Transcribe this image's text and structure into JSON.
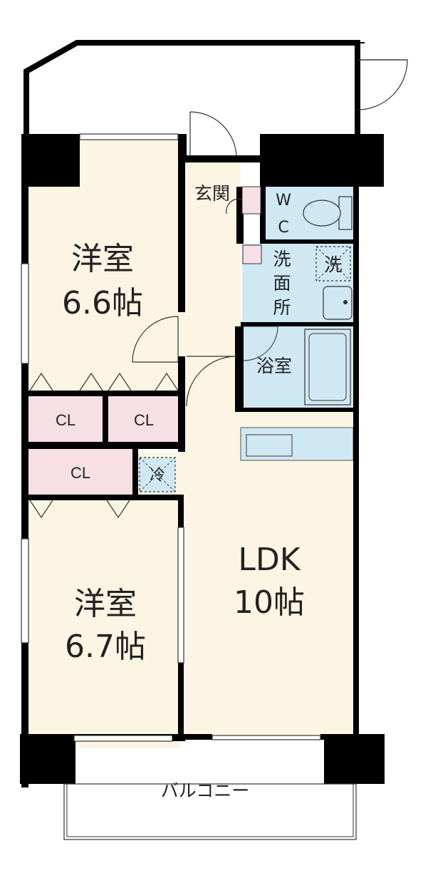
{
  "rooms": {
    "western_room_1": {
      "name": "洋室",
      "size": "6.6帖"
    },
    "western_room_2": {
      "name": "洋室",
      "size": "6.7帖"
    },
    "ldk": {
      "name": "LDK",
      "size": "10帖"
    },
    "entrance": "玄関",
    "wc_top": "W",
    "wc_bottom": "C",
    "washroom_1": "洗",
    "washroom_2": "面",
    "washroom_3": "所",
    "washer_place": "洗",
    "bathroom": "浴室",
    "fridge": "冷",
    "closet_1": "CL",
    "closet_2": "CL",
    "closet_3": "CL",
    "balcony": "バルコニー"
  },
  "colors": {
    "room_fill": "#fdf5e3",
    "wet_fill": "#cfe8f3",
    "closet_fill": "#f7dfe6",
    "wall": "#000000"
  }
}
